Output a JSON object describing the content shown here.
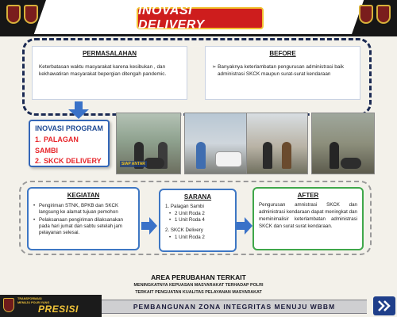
{
  "header": {
    "title": "INOVASI DELIVERY"
  },
  "permasalahan": {
    "heading": "PERMASALAHAN",
    "text": "Keterbatasan waktu masyarakat karena kesibukan , dan kekhawatiran masyarakat bepergian ditengah pandemic."
  },
  "before": {
    "heading": "BEFORE",
    "text": "➢ Banyaknya keterlambatan pengurusan administrasi baik administrasi SKCK maupun surat-surat kendaraan"
  },
  "program": {
    "heading": "INOVASI PROGRAM",
    "items": [
      {
        "num": "1.",
        "label": "PALAGAN SAMBI"
      },
      {
        "num": "2.",
        "label": "SKCK DELIVERY"
      }
    ]
  },
  "photos": [
    {
      "name": "delivery-photo-1",
      "caption": "SIAP ANTAR"
    },
    {
      "name": "delivery-photo-2",
      "caption": ""
    },
    {
      "name": "delivery-photo-3",
      "caption": ""
    },
    {
      "name": "delivery-photo-4",
      "caption": ""
    }
  ],
  "kegiatan": {
    "heading": "KEGIATAN",
    "items": [
      "Pengiriman STNK, BPKB dan SKCK langsung ke alamat tujuan pemohon",
      "Pelaksanaan pengiriman dilaksanakan pada hari jumat dan sabtu setelah jam pelayanan selesai."
    ]
  },
  "sarana": {
    "heading": "SARANA",
    "groups": [
      {
        "title": "1. Palagan Sambi",
        "items": [
          "2 Unit Roda 2",
          "1 Unit Roda 4"
        ]
      },
      {
        "title": "2.  SKCK Delivery",
        "items": [
          "1 Unit Roda 2"
        ]
      }
    ]
  },
  "after": {
    "heading": "AFTER",
    "text": "Pengurusan amnistrasi SKCK dan administrasi kendaraan dapat meningkat dan meminimalisir keterlambatan administrasi SKCK dan surat surat kendaraan."
  },
  "area": {
    "heading": "AREA PERUBAHAN TERKAIT",
    "lines": [
      "MENINGKATNYA KEPUASAN MASYARAKAT TERHADAP POLRI",
      "TERKAIT PENGUATAN KUALITAS PELAYANAN MASYARAKAT"
    ]
  },
  "footer": {
    "small_line1": "TRANSFORMASI",
    "small_line2": "MENUJU POLRI YANG",
    "brand": "PRESISI",
    "band_text": "PEMBANGUNAN ZONA INTEGRITAS MENUJU WBBM"
  },
  "colors": {
    "title_red": "#ce1d1d",
    "navy": "#1b2a53",
    "program_blue": "#3366b8",
    "program_red": "#e7262b",
    "after_green": "#3fa74a",
    "arrow_blue": "#3a72c8"
  }
}
